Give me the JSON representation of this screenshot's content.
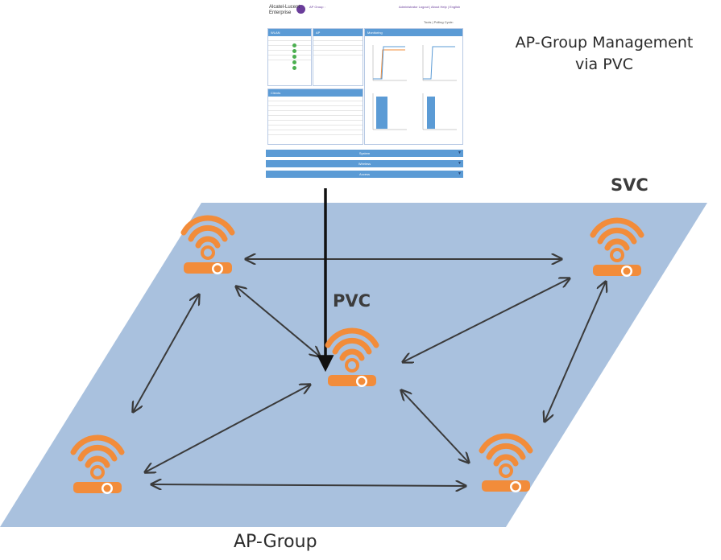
{
  "title": "AP-Group Management via PVC",
  "labels": {
    "management_line1": "AP-Group Management",
    "management_line2": "via PVC",
    "svc": "SVC",
    "pvc": "PVC",
    "group": "AP-Group"
  },
  "dashboard": {
    "brand_line1": "Alcatel-Lucent",
    "brand_line2": "Enterprise",
    "ap_group": "AP Group : ",
    "top_nav": "Administrator  Logout | About  Help | English",
    "tools": "Tools | Polling Cycle: ",
    "panels": [
      "WLAN",
      "AP",
      "Monitoring",
      "Clients"
    ],
    "accordions": [
      "System",
      "Wireless",
      "Access"
    ]
  },
  "colors": {
    "plane": "#a9c1de",
    "ap_orange": "#f28c3a",
    "arrow": "#3a3a3a",
    "dashboard_blue": "#5b9bd5"
  },
  "icons": [
    "wifi-icon",
    "access-point-icon"
  ]
}
